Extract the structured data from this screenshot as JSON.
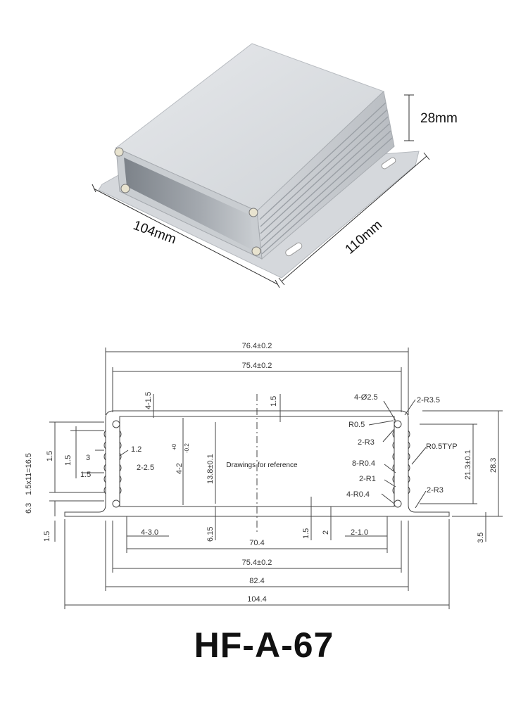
{
  "product_view": {
    "height_label": "28mm",
    "width_label": "104mm",
    "length_label": "110mm"
  },
  "drawing": {
    "note": "Drawings for reference",
    "dims": {
      "top_outer": "76.4±0.2",
      "top_inner": "75.4±0.2",
      "slot_w": "4-1.5",
      "center_1_5": "1.5",
      "hole": "4-Ø2.5",
      "r3_5": "2-R3.5",
      "r0_5": "R0.5",
      "r3_a": "2-R3",
      "r0_5typ": "R0.5TYP",
      "r0_4_8": "8-R0.4",
      "r1": "2-R1",
      "r0_4_4": "4-R0.4",
      "r3_b": "2-R3",
      "d1_2": "1.2",
      "d3": "3",
      "d2_5": "2-2.5",
      "d1_5_in": "1.5",
      "d4_2": "4-2",
      "tol_plus": "+0",
      "tol_minus": "-0.2",
      "d13_8": "13.8±0.1",
      "d21_3": "21.3±0.1",
      "d28_3": "28.3",
      "d3_5": "3.5",
      "l1_5a": "1.5",
      "l1_5b": "1.5",
      "l_stack": "1.5x11=16.5",
      "l6_3": "6.3",
      "l1_5c": "1.5",
      "b4_3": "4-3.0",
      "b6_15": "6.15",
      "b1_5": "1.5",
      "b2": "2",
      "b2_1": "2-1.0",
      "b70_4": "70.4",
      "b75_4": "75.4±0.2",
      "b82_4": "82.4",
      "b104_4": "104.4"
    }
  },
  "model_title": "HF-A-67",
  "colors": {
    "line": "#444444",
    "alu_top": "#d9dce0",
    "alu_side": "#c3c7cc",
    "alu_dark": "#8e9399"
  }
}
